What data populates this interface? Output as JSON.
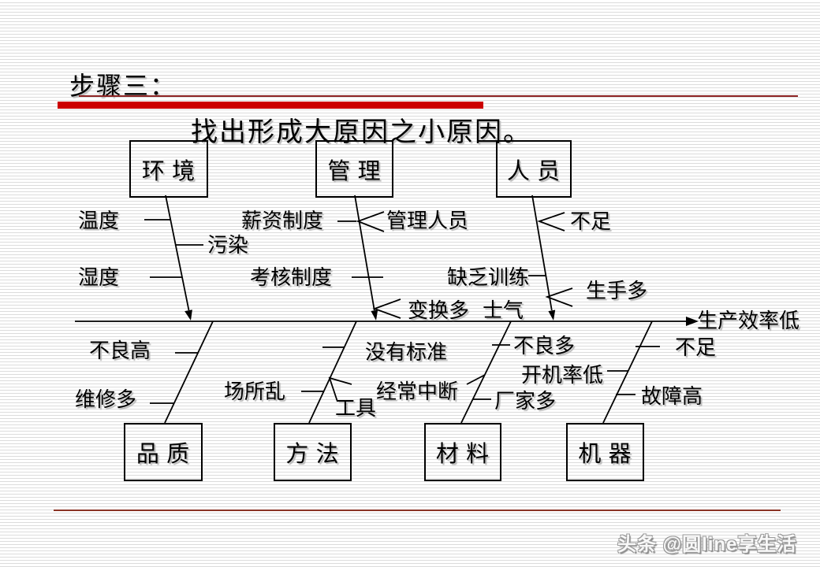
{
  "slide": {
    "title": "步骤三：",
    "subtitle": "找出形成大原因之小原因。",
    "watermark": "头条 @圆line享生活"
  },
  "fishbone": {
    "effect": "生产效率低",
    "branches": [
      {
        "category": "环 境",
        "side": "top",
        "causes": [
          "温度",
          "污染",
          "湿度"
        ]
      },
      {
        "category": "管 理",
        "side": "top",
        "causes": [
          "薪资制度",
          "管理人员",
          "考核制度",
          "变换多",
          "士气"
        ]
      },
      {
        "category": "人 员",
        "side": "top",
        "causes": [
          "不足",
          "缺乏训练",
          "生手多"
        ]
      },
      {
        "category": "品 质",
        "side": "bottom",
        "causes": [
          "不良高",
          "维修多"
        ]
      },
      {
        "category": "方 法",
        "side": "bottom",
        "causes": [
          "没有标准",
          "场所乱",
          "工具"
        ]
      },
      {
        "category": "材 料",
        "side": "bottom",
        "causes": [
          "不良多",
          "经常中断",
          "厂家多"
        ]
      },
      {
        "category": "机 器",
        "side": "bottom",
        "causes": [
          "不足",
          "开机率低",
          "故障高"
        ]
      }
    ]
  },
  "colors": {
    "accent_bar": "#cc0000",
    "accent_line": "#8b2222",
    "bottom_rule": "#8a3324",
    "stripe": "#dcdcdc",
    "ink": "#000000"
  }
}
